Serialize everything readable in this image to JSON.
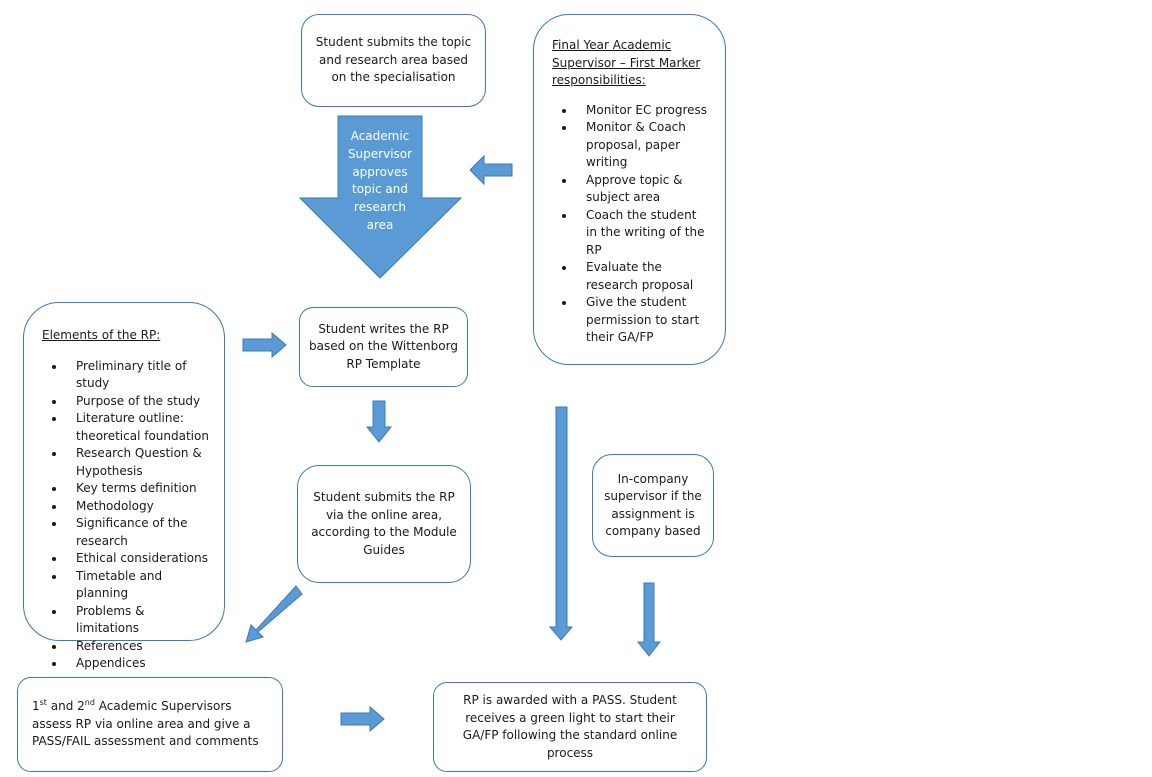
{
  "boxes": {
    "submit_topic": "Student submits the topic and research area based on the specialisation",
    "supervisor": {
      "heading_line1": "Final Year Academic",
      "heading_line2": "Supervisor – First Marker",
      "heading_line3": "responsibilities:",
      "items": [
        "Monitor EC progress",
        "Monitor & Coach proposal, paper writing",
        "Approve topic & subject area",
        "Coach the student in the writing of the RP",
        "Evaluate the research proposal",
        "Give the student permission to start their GA/FP"
      ]
    },
    "elements": {
      "heading": "Elements of the RP:",
      "items": [
        "Preliminary title of study",
        "Purpose of the study",
        "Literature outline: theoretical foundation",
        "Research Question & Hypothesis",
        "Key terms definition",
        "Methodology",
        "Significance of the research",
        "Ethical considerations",
        "Timetable and planning",
        "Problems & limitations",
        "References",
        "Appendices"
      ]
    },
    "writes_rp": "Student writes the RP based on the Wittenborg RP Template",
    "submits_rp": "Student submits the RP via the online area, according to the Module Guides",
    "in_company": "In-company supervisor if the assignment is company based",
    "assess": {
      "n1": "1",
      "sup1": "st",
      "mid": " and 2",
      "sup2": "nd",
      "rest": " Academic Supervisors assess RP via online area and give a PASS/FAIL assessment and comments"
    },
    "pass": "RP is awarded with a PASS. Student receives a green light to start their GA/FP following the standard online process"
  },
  "big_arrow_text": "Academic Supervisor approves topic and research area",
  "colors": {
    "arrow_fill": "#5b9bd5",
    "arrow_stroke": "#3d78b8",
    "box_border": "#3d78b8"
  }
}
